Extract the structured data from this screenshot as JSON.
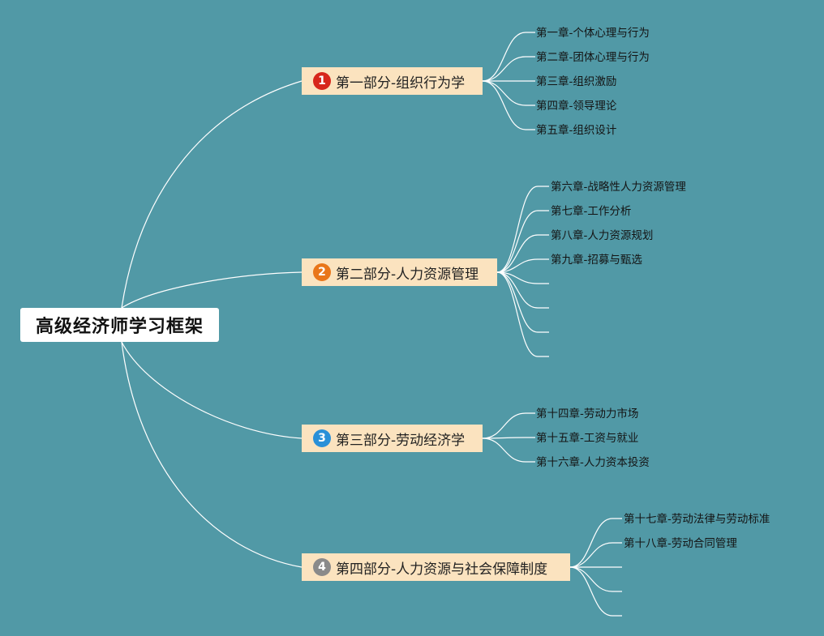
{
  "root": {
    "label": "高级经济师学习框架"
  },
  "parts": [
    {
      "number": "1",
      "label": "第一部分-组织行为学",
      "badge_color": "#d7261b",
      "chapters": [
        "第一章-个体心理与行为",
        "第二章-团体心理与行为",
        "第三章-组织激励",
        "第四章-领导理论",
        "第五章-组织设计"
      ]
    },
    {
      "number": "2",
      "label": "第二部分-人力资源管理",
      "badge_color": "#e9761a",
      "chapters": [
        "第六章-战略性人力资源管理",
        "第七章-工作分析",
        "第八章-人力资源规划",
        "第九章-招募与甄选",
        "",
        "",
        "",
        ""
      ]
    },
    {
      "number": "3",
      "label": "第三部分-劳动经济学",
      "badge_color": "#2a90d8",
      "chapters": [
        "第十四章-劳动力市场",
        "第十五章-工资与就业",
        "第十六章-人力资本投资"
      ]
    },
    {
      "number": "4",
      "label": "第四部分-人力资源与社会保障制度",
      "badge_color": "#8a8a8a",
      "chapters": [
        "第十七章-劳动法律与劳动标准",
        "第十八章-劳动合同管理",
        "",
        "",
        ""
      ]
    }
  ]
}
